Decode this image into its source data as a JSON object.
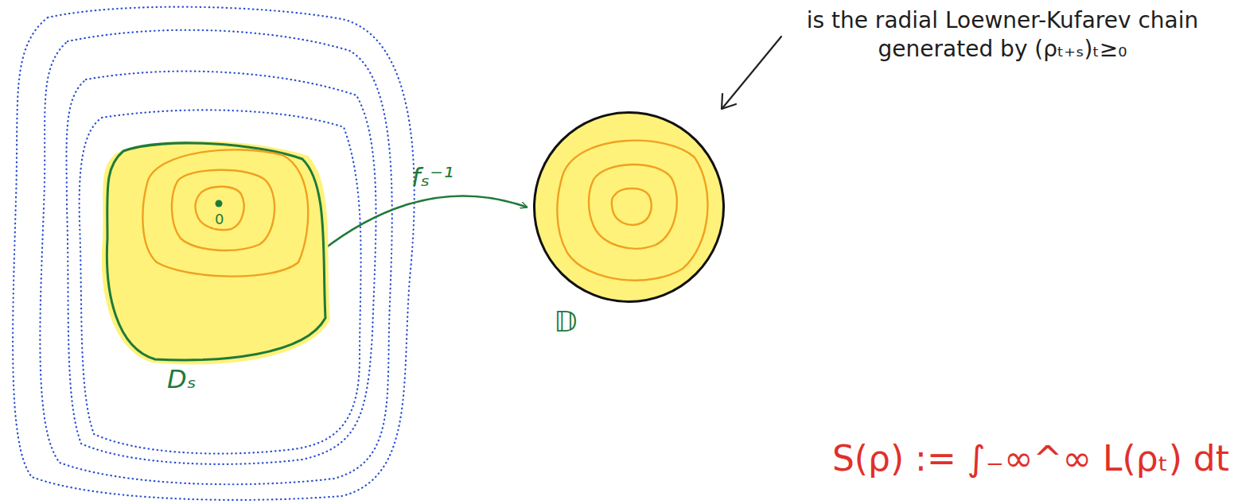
{
  "diagram": {
    "nodes": [
      {
        "text": [
          "Dₛ"
        ]
      },
      {
        "text": [
          "𝔻"
        ]
      }
    ],
    "edges": [
      {
        "from": 0,
        "to": 1,
        "arrow": "to",
        "label": "fₛ⁻¹"
      }
    ],
    "labels": [
      "0",
      "is the radial Loewner-Kufarev chain generated by (ρₜ₊ₛ)ₜ≥₀",
      "S(ρ) := ∫₋∞^∞ L(ρₜ) dt"
    ]
  }
}
